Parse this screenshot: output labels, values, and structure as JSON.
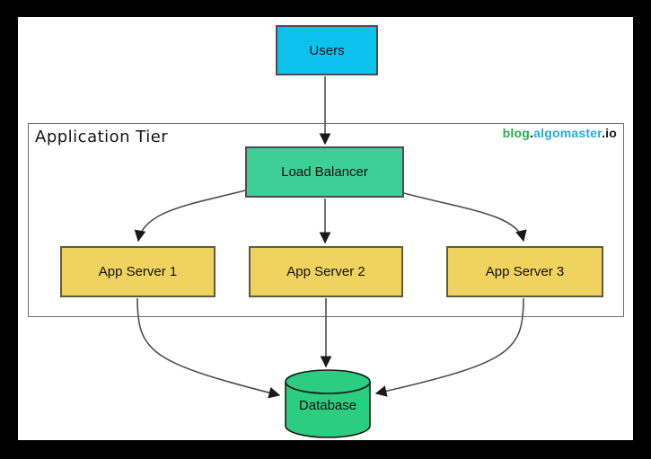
{
  "diagram": {
    "tier": {
      "label": "Application Tier"
    },
    "brand": {
      "blog": "blog",
      "dot1": ".",
      "site": "algomaster",
      "dot2": ".",
      "tld": "io",
      "blog_color": "#22b24c",
      "site_color": "#29abe2",
      "text_color": "#1a1a1a"
    },
    "nodes": {
      "users": {
        "label": "Users",
        "fill": "#0bc2ef",
        "stroke": "#4d4d4d"
      },
      "load_balancer": {
        "label": "Load Balancer",
        "fill": "#3ecf96",
        "stroke": "#4d4d4d"
      },
      "app_server_1": {
        "label": "App Server 1",
        "fill": "#efd35e",
        "stroke": "#5c5c3d"
      },
      "app_server_2": {
        "label": "App Server 2",
        "fill": "#efd35e",
        "stroke": "#5c5c3d"
      },
      "app_server_3": {
        "label": "App Server 3",
        "fill": "#efd35e",
        "stroke": "#5c5c3d"
      },
      "database": {
        "label": "Database",
        "fill": "#2bcd80",
        "stroke": "#1a1a1a"
      }
    },
    "edges": [
      {
        "from": "users",
        "to": "load_balancer"
      },
      {
        "from": "load_balancer",
        "to": "app_server_1"
      },
      {
        "from": "load_balancer",
        "to": "app_server_2"
      },
      {
        "from": "load_balancer",
        "to": "app_server_3"
      },
      {
        "from": "app_server_1",
        "to": "database"
      },
      {
        "from": "app_server_2",
        "to": "database"
      },
      {
        "from": "app_server_3",
        "to": "database"
      }
    ],
    "edge_color": "#4d4d4d",
    "arrowhead_color": "#1a1a1a"
  }
}
